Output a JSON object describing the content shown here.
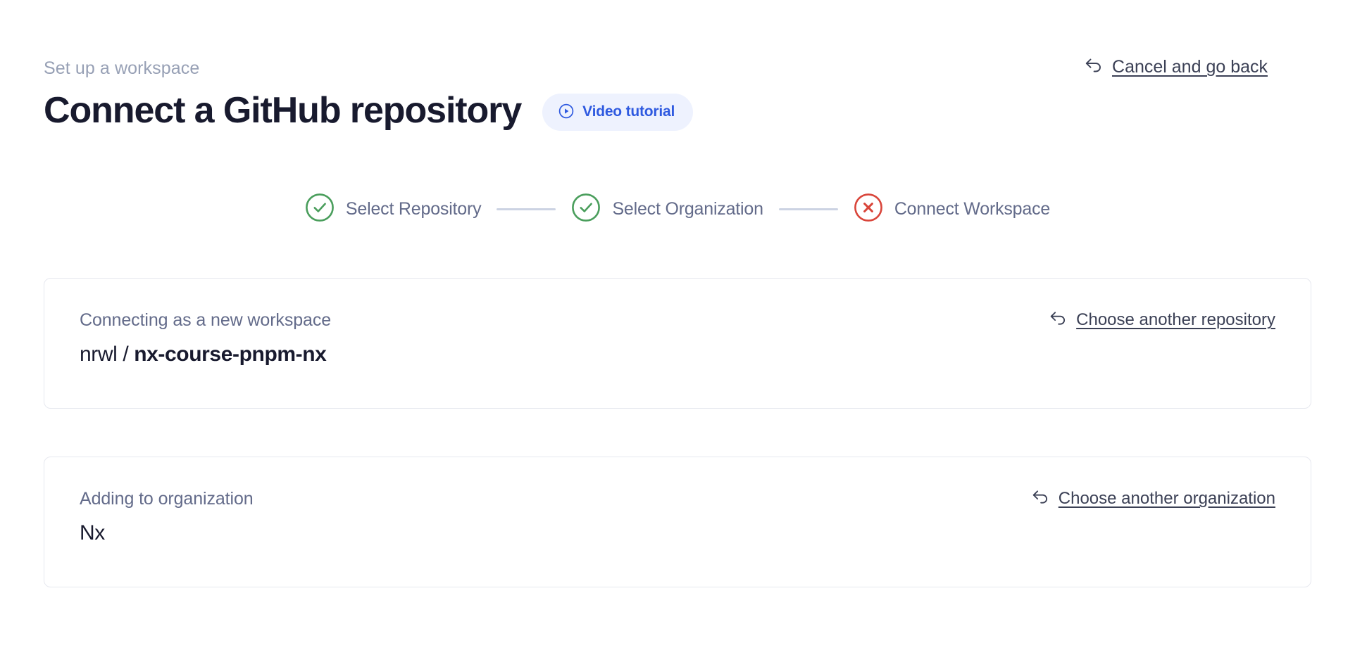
{
  "header": {
    "eyebrow": "Set up a workspace",
    "title": "Connect a GitHub repository",
    "video_button": {
      "label": "Video tutorial",
      "icon": "play-circle-icon",
      "bg_color": "#eef2fe",
      "text_color": "#2f5ae0"
    },
    "cancel_link": {
      "label": "Cancel and go back",
      "icon": "back-arrow-icon"
    }
  },
  "stepper": {
    "steps": [
      {
        "label": "Select Repository",
        "state": "complete",
        "icon": "check-circle-icon",
        "color": "#4a9e5c"
      },
      {
        "label": "Select Organization",
        "state": "complete",
        "icon": "check-circle-icon",
        "color": "#4a9e5c"
      },
      {
        "label": "Connect Workspace",
        "state": "error",
        "icon": "x-circle-icon",
        "color": "#d9453a"
      }
    ],
    "connector_color": "#ccd3e3"
  },
  "cards": [
    {
      "caption": "Connecting as a new workspace",
      "value_owner": "nrwl / ",
      "value_repo": "nx-course-pnpm-nx",
      "link_label": "Choose another repository",
      "link_icon": "back-arrow-icon"
    },
    {
      "caption": "Adding to organization",
      "value_owner": "Nx",
      "value_repo": "",
      "link_label": "Choose another organization",
      "link_icon": "back-arrow-icon"
    }
  ]
}
